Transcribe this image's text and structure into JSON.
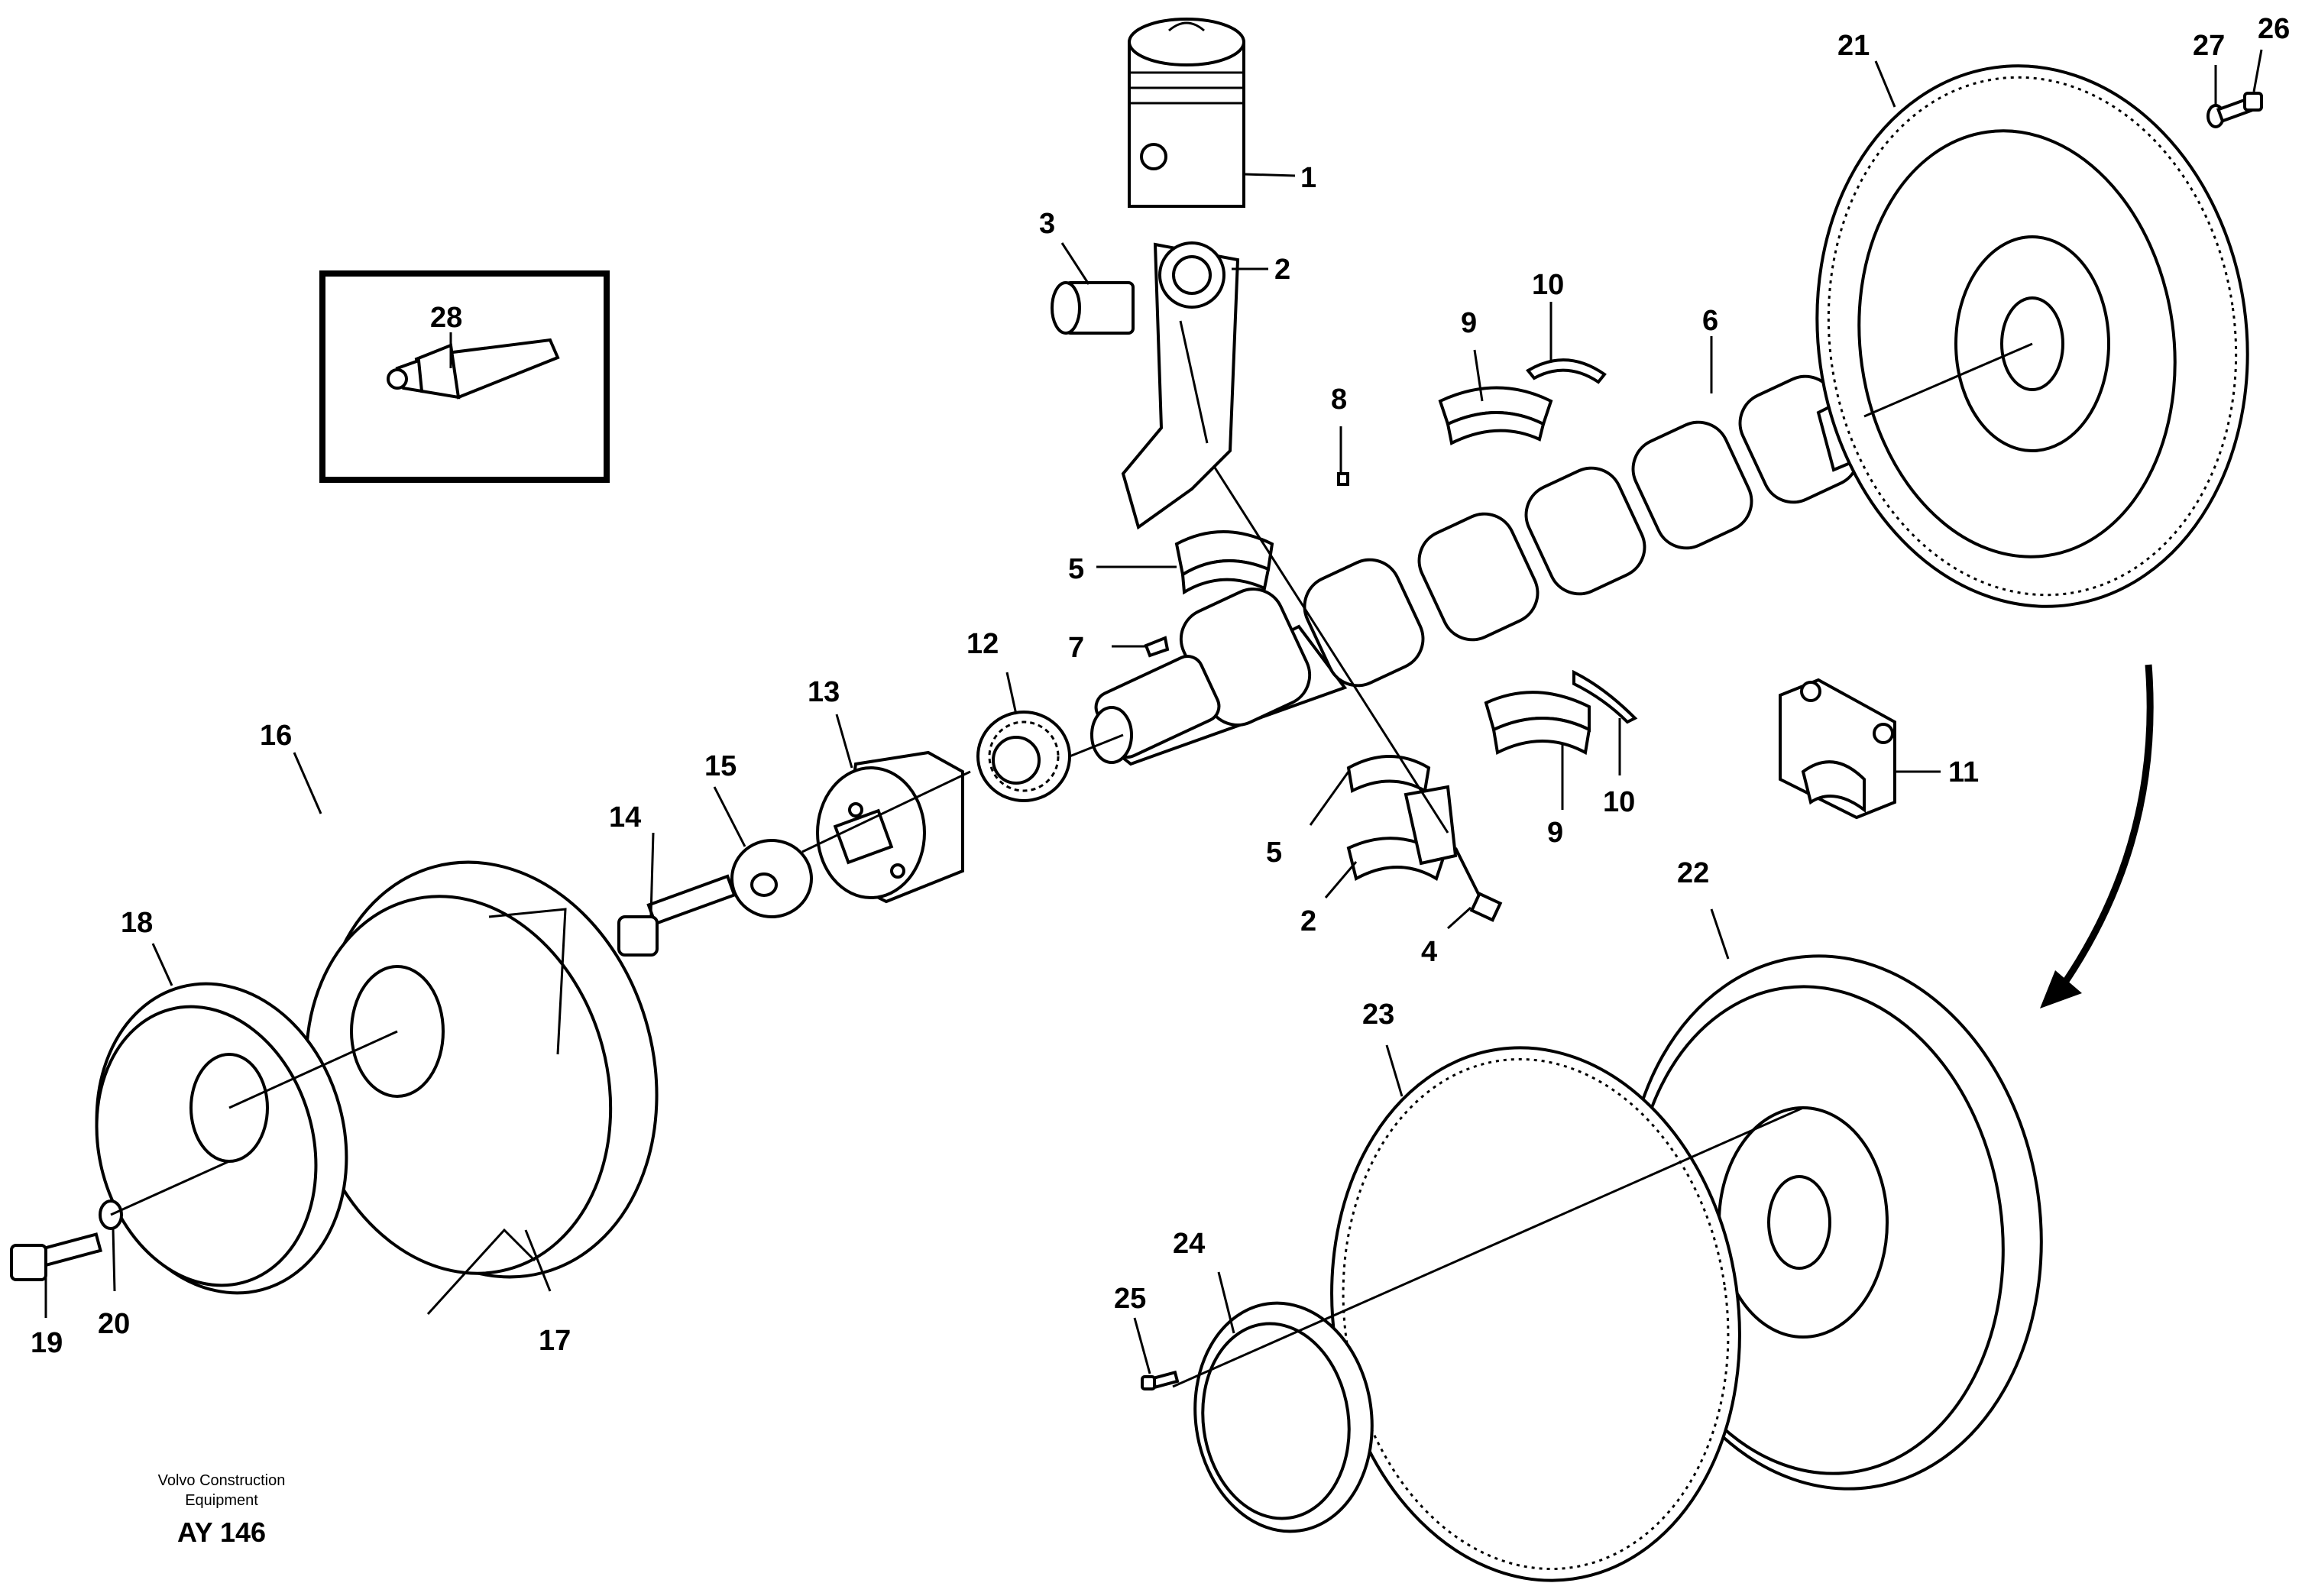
{
  "labels": {
    "p1": "1",
    "p2a": "2",
    "p2b": "2",
    "p3": "3",
    "p4": "4",
    "p5a": "5",
    "p5b": "5",
    "p6": "6",
    "p7": "7",
    "p8": "8",
    "p9a": "9",
    "p9b": "9",
    "p10a": "10",
    "p10b": "10",
    "p11": "11",
    "p12": "12",
    "p13": "13",
    "p14": "14",
    "p15": "15",
    "p16": "16",
    "p17": "17",
    "p18": "18",
    "p19": "19",
    "p20": "20",
    "p21": "21",
    "p22": "22",
    "p23": "23",
    "p24": "24",
    "p25": "25",
    "p26": "26",
    "p27": "27",
    "p28": "28"
  },
  "footer": {
    "manufacturer_line1": "Volvo Construction",
    "manufacturer_line2": "Equipment",
    "code": "AY 146"
  }
}
